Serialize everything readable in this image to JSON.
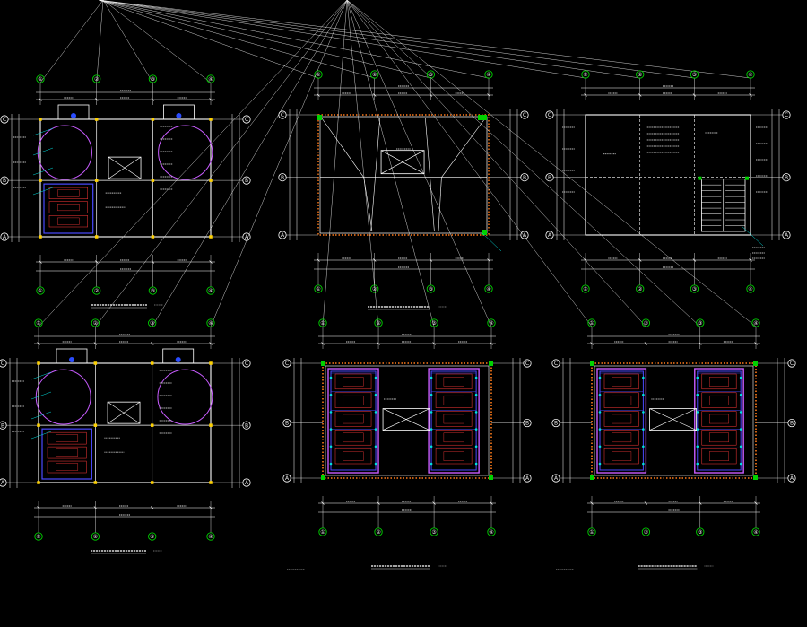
{
  "colors": {
    "background": "#000000",
    "wall": "#ffffff",
    "dimension": "#ffffff",
    "axis_bubble": "#00d200",
    "column": "#ffd200",
    "equipment": "#c85cff",
    "parking_outline": "#4a4aff",
    "parking_car": "#ff3a3a",
    "leader": "#00e0e0",
    "boundary_dots": "#ff7a1a",
    "tank_symbol": "#2a4cff"
  },
  "icons": {
    "axis_bubble": "circle-axis-icon",
    "column": "square-column-icon",
    "elevator_shaft": "crossed-box-icon",
    "car": "parked-car-icon",
    "tank": "circular-tank-icon"
  },
  "drawings": [
    {
      "id": "plan-top-left",
      "kind": "equipment-floor",
      "axes_top": [
        "①",
        "②",
        "③",
        "④"
      ],
      "axes_bottom": [
        "①",
        "②",
        "③",
        "④"
      ],
      "axes_side": [
        "C",
        "B",
        "A"
      ],
      "has_title": true,
      "tanks": 2,
      "car_rows": 3
    },
    {
      "id": "plan-top-center",
      "kind": "roof",
      "axes_top": [
        "①",
        "②",
        "③",
        "④"
      ],
      "axes_bottom": [
        "①",
        "②",
        "③",
        "④"
      ],
      "axes_side": [
        "C",
        "B",
        "A"
      ],
      "has_title": true
    },
    {
      "id": "plan-top-right",
      "kind": "stair-floor",
      "axes_top": [
        "①",
        "②",
        "③",
        "④"
      ],
      "axes_bottom": [
        "①",
        "②",
        "③",
        "④"
      ],
      "axes_side": [
        "C",
        "B",
        "A"
      ],
      "has_title": false
    },
    {
      "id": "plan-bottom-left",
      "kind": "equipment-floor",
      "axes_top": [
        "①",
        "②",
        "③",
        "④"
      ],
      "axes_bottom": [
        "①",
        "②",
        "③",
        "④"
      ],
      "axes_side": [
        "C",
        "B",
        "A"
      ],
      "has_title": true,
      "tanks": 2,
      "car_rows": 3
    },
    {
      "id": "plan-bottom-center",
      "kind": "parking-floor",
      "axes_top": [
        "①",
        "②",
        "③",
        "④"
      ],
      "axes_bottom": [
        "①",
        "②",
        "③",
        "④"
      ],
      "axes_side": [
        "C",
        "B",
        "A"
      ],
      "has_title": true,
      "car_rows_per_side": 5
    },
    {
      "id": "plan-bottom-right",
      "kind": "parking-floor",
      "axes_top": [
        "①",
        "②",
        "③",
        "④"
      ],
      "axes_bottom": [
        "①",
        "②",
        "③",
        "④"
      ],
      "axes_side": [
        "C",
        "B",
        "A"
      ],
      "has_title": true,
      "car_rows_per_side": 5
    }
  ]
}
